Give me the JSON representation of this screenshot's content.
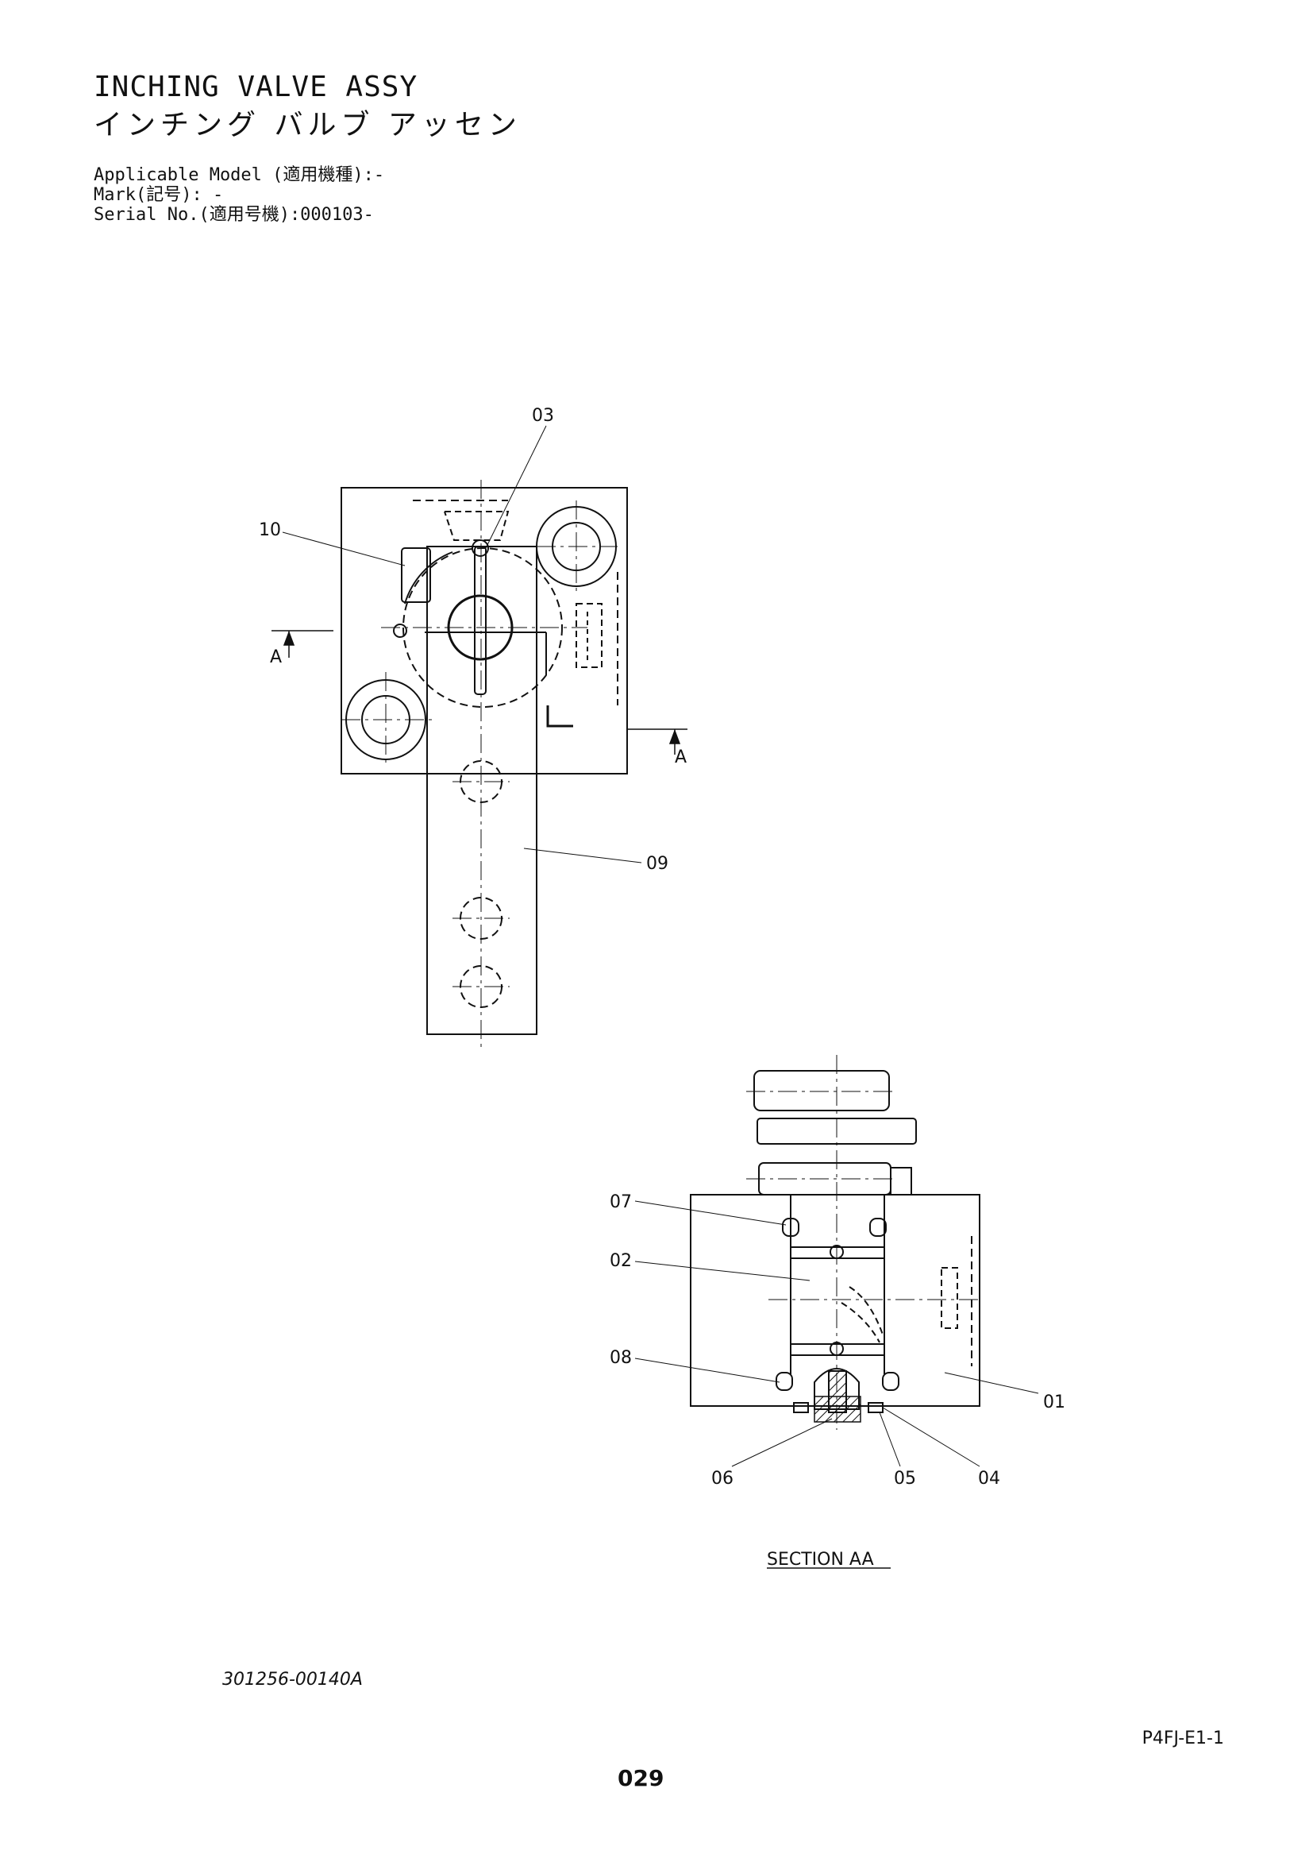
{
  "header": {
    "title_en": "INCHING VALVE ASSY",
    "title_jp": "インチング バルブ アッセン",
    "applicable_model": "Applicable Model (適用機種):-",
    "mark": "Mark(記号): -",
    "serial_no": "Serial No.(適用号機):000103-"
  },
  "top_view": {
    "labels": {
      "p03": "03",
      "p10": "10",
      "p09": "09",
      "section_left": "A",
      "section_right": "A"
    }
  },
  "section_view": {
    "title": "SECTION AA",
    "labels": {
      "p07": "07",
      "p02": "02",
      "p08": "08",
      "p01": "01",
      "p06": "06",
      "p05": "05",
      "p04": "04"
    }
  },
  "footer": {
    "drawing_number": "301256-00140A",
    "sheet_code": "P4FJ-E1-1",
    "page_number": "029"
  }
}
